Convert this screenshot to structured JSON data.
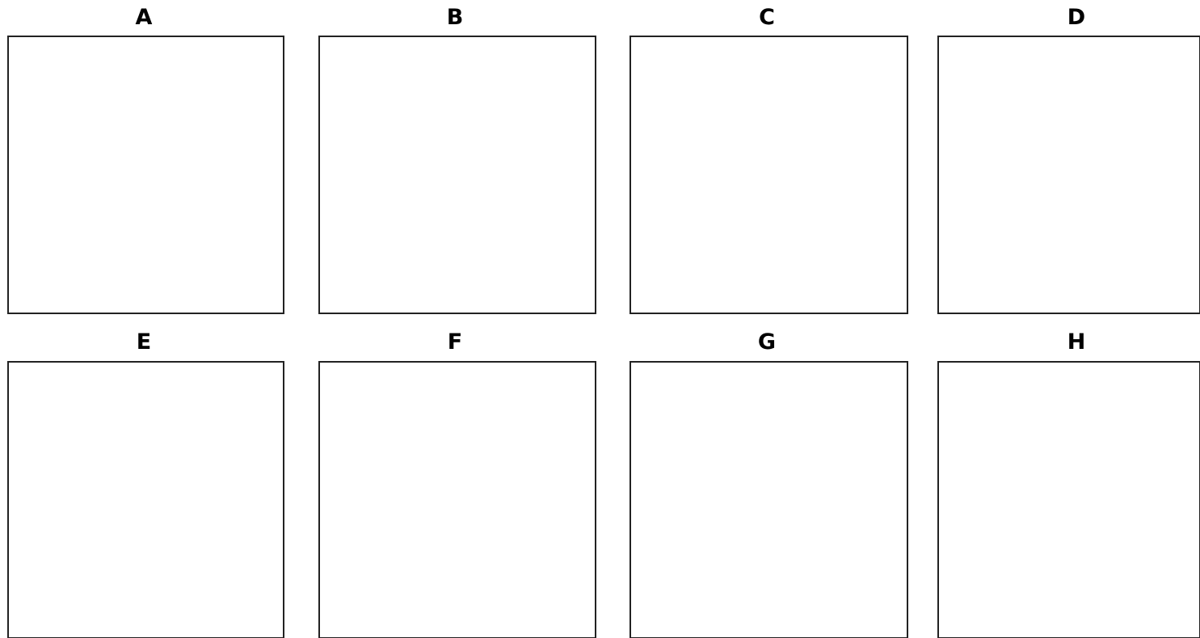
{
  "panels": [
    {
      "id": "A",
      "label": "A"
    },
    {
      "id": "B",
      "label": "B"
    },
    {
      "id": "C",
      "label": "C"
    },
    {
      "id": "D",
      "label": "D"
    },
    {
      "id": "E",
      "label": "E"
    },
    {
      "id": "F",
      "label": "F"
    },
    {
      "id": "G",
      "label": "G"
    },
    {
      "id": "H",
      "label": "H"
    }
  ],
  "colors": {
    "yellow_orange": "#F6AE47",
    "red": "#C9152D",
    "dark_orange": "#E05426",
    "orange": "#EC7C33",
    "beige": "#F6DEC0",
    "outline": "#222222"
  }
}
